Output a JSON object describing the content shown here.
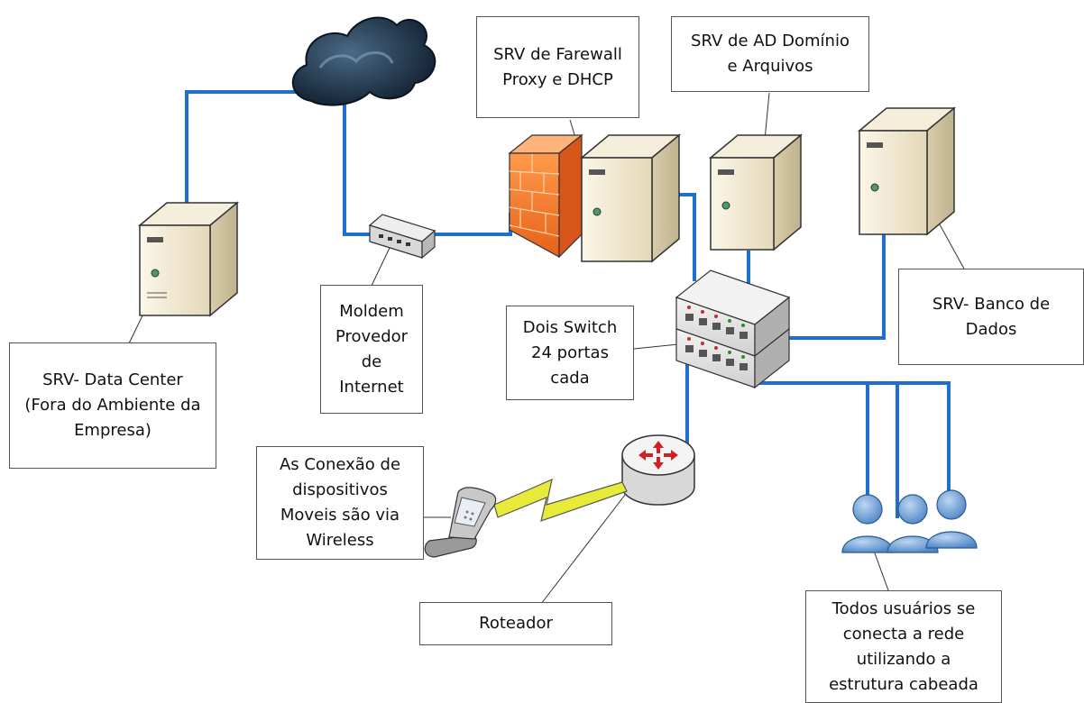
{
  "labels": {
    "firewall_server": "SRV de Farewall\nProxy e DHCP",
    "ad_server": "SRV de AD Domínio\ne Arquivos",
    "db_server": "SRV- Banco de\nDados",
    "datacenter": "SRV- Data Center\n(Fora do Ambiente da\nEmpresa)",
    "modem": "Moldem\nProvedor\nde\nInternet",
    "switch": "Dois Switch\n24 portas\ncada",
    "mobile": "As Conexão de\ndispositivos\nMoveis são via\nWireless",
    "router": "Roteador",
    "users": "Todos usuários se\nconecta a rede\nutilizando a\nestrutura cabeada"
  },
  "colors": {
    "cable": "#1f6fd1",
    "firewall": "#f07a2a",
    "server": "#efe6cf",
    "user": "#6f9fd8",
    "wireless": "#e8ea3a"
  },
  "icons": [
    "cloud-icon",
    "server-icon",
    "firewall-icon",
    "switch-icon",
    "modem-icon",
    "router-icon",
    "phone-icon",
    "user-icon"
  ]
}
